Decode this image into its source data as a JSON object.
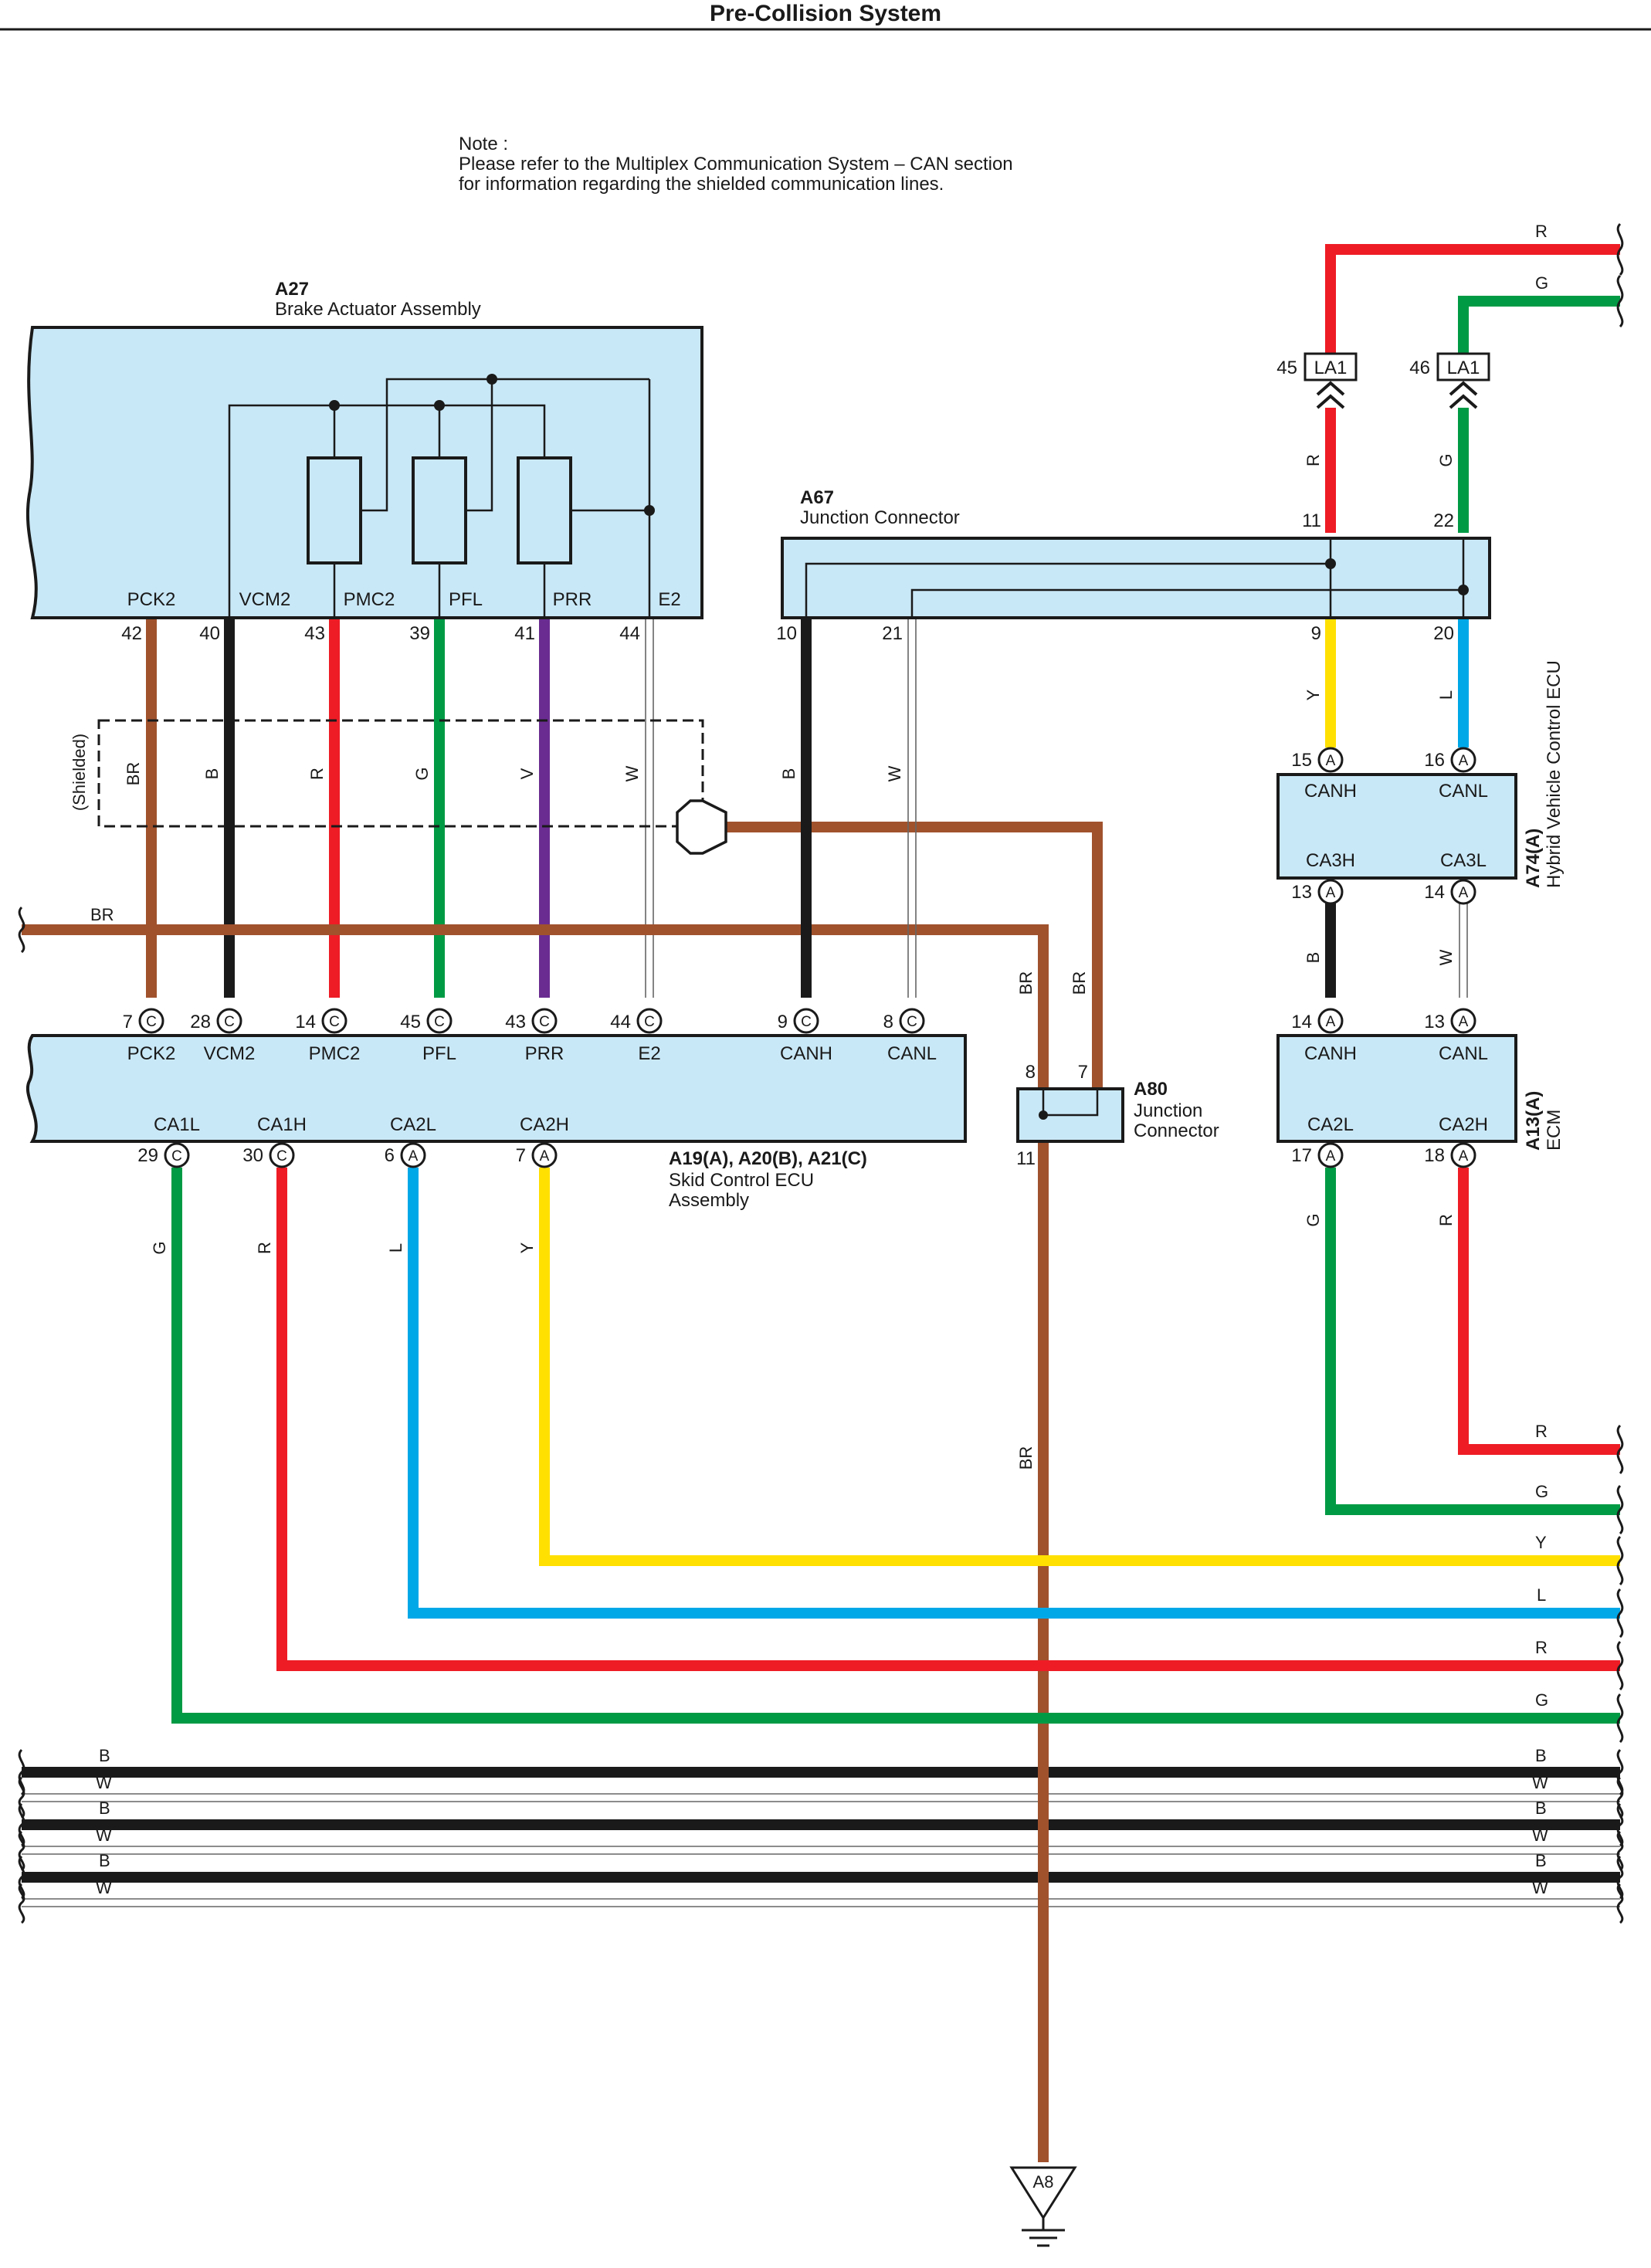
{
  "title": "Pre-Collision System",
  "note": {
    "line1": "Note :",
    "line2": "Please refer to the Multiplex Communication System – CAN section",
    "line3": "for information regarding the shielded communication lines."
  },
  "a27": {
    "code": "A27",
    "name": "Brake Actuator Assembly",
    "terminals": [
      "PCK2",
      "VCM2",
      "PMC2",
      "PFL",
      "PRR",
      "E2"
    ],
    "pins": [
      "42",
      "40",
      "43",
      "39",
      "41",
      "44"
    ]
  },
  "a67": {
    "code": "A67",
    "name": "Junction Connector",
    "pins": [
      "10",
      "21",
      "11",
      "22",
      "9",
      "20"
    ]
  },
  "la1": {
    "label": "LA1",
    "pins": [
      "45",
      "46"
    ]
  },
  "a74": {
    "code": "A74(A)",
    "name": "Hybrid Vehicle Control ECU",
    "terminals": [
      "CANH",
      "CANL",
      "CA3H",
      "CA3L"
    ],
    "pins": [
      "15",
      "16",
      "13",
      "14"
    ]
  },
  "a13": {
    "code": "A13(A)",
    "name": "ECM",
    "terminals": [
      "CANH",
      "CANL",
      "CA2L",
      "CA2H"
    ],
    "pins": [
      "14",
      "13",
      "17",
      "18"
    ]
  },
  "skid": {
    "code": "A19(A), A20(B), A21(C)",
    "name_line1": "Skid Control ECU",
    "name_line2": "Assembly",
    "top_terminals": [
      "PCK2",
      "VCM2",
      "PMC2",
      "PFL",
      "PRR",
      "E2",
      "CANH",
      "CANL"
    ],
    "top_pins": [
      "7",
      "28",
      "14",
      "45",
      "43",
      "44",
      "9",
      "8"
    ],
    "bottom_terminals": [
      "CA1L",
      "CA1H",
      "CA2L",
      "CA2H"
    ],
    "bottom_pins": [
      "29",
      "30",
      "6",
      "7"
    ]
  },
  "a80": {
    "code": "A80",
    "name_line1": "Junction",
    "name_line2": "Connector",
    "pins": [
      "8",
      "7",
      "11"
    ]
  },
  "shielded_label": "(Shielded)",
  "ground_label": "A8",
  "connector_letters": {
    "a": "A",
    "c": "C"
  },
  "wire_codes": {
    "br": "BR",
    "b": "B",
    "r": "R",
    "g": "G",
    "v": "V",
    "w": "W",
    "y": "Y",
    "l": "L"
  },
  "colors": {
    "brown": "#a0522d",
    "black": "#1a1a1a",
    "red": "#ee1c25",
    "green": "#009a44",
    "purple": "#6a2c91",
    "yellow": "#ffe000",
    "blue": "#00a8e8",
    "box_fill": "#c9e8f7"
  }
}
